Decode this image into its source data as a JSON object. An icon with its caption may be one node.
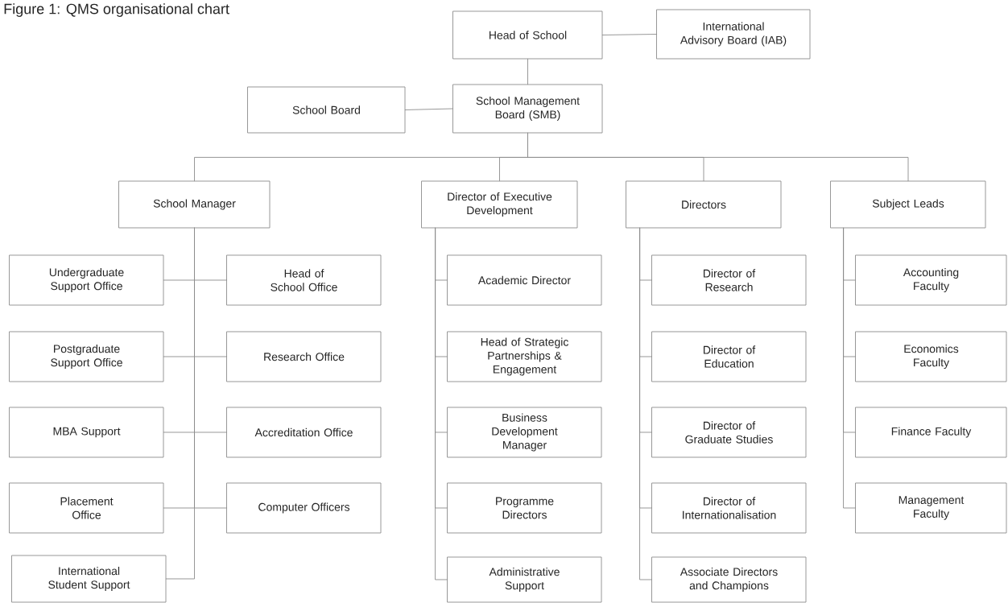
{
  "diagram": {
    "title": "Figure 1: QMS organisational chart",
    "nodes": [
      {
        "text": [
          "Head of School"
        ]
      },
      {
        "text": [
          "International Advisory Board (IAB)"
        ]
      },
      {
        "text": [
          "School Board"
        ]
      },
      {
        "text": [
          "School Management Board (SMB)"
        ]
      },
      {
        "text": [
          "School Manager"
        ]
      },
      {
        "text": [
          "Director of Executive Development"
        ]
      },
      {
        "text": [
          "Directors"
        ]
      },
      {
        "text": [
          "Subject Leads"
        ]
      },
      {
        "text": [
          "Undergraduate Support Office"
        ]
      },
      {
        "text": [
          "Head of School Office"
        ]
      },
      {
        "text": [
          "Postgraduate Support Office"
        ]
      },
      {
        "text": [
          "Research Office"
        ]
      },
      {
        "text": [
          "MBA Support"
        ]
      },
      {
        "text": [
          "Accreditation Office"
        ]
      },
      {
        "text": [
          "Placement Office"
        ]
      },
      {
        "text": [
          "Computer Officers"
        ]
      },
      {
        "text": [
          "International Student Support"
        ]
      },
      {
        "text": [
          "Academic Director"
        ]
      },
      {
        "text": [
          "Head of Strategic Partnerships & Engagement"
        ]
      },
      {
        "text": [
          "Business Development Manager"
        ]
      },
      {
        "text": [
          "Programme Directors"
        ]
      },
      {
        "text": [
          "Administrative Support"
        ]
      },
      {
        "text": [
          "Director of Research"
        ]
      },
      {
        "text": [
          "Director of Education"
        ]
      },
      {
        "text": [
          "Director of Graduate Studies"
        ]
      },
      {
        "text": [
          "Director of Internationalisation"
        ]
      },
      {
        "text": [
          "Associate Directors and Champions"
        ]
      },
      {
        "text": [
          "Accounting Faculty"
        ]
      },
      {
        "text": [
          "Economics Faculty"
        ]
      },
      {
        "text": [
          "Finance Faculty"
        ]
      },
      {
        "text": [
          "Management Faculty"
        ]
      }
    ],
    "edges": [
      {
        "from": 0,
        "to": 1,
        "arrow": "none"
      },
      {
        "from": 0,
        "to": 3,
        "arrow": "none"
      },
      {
        "from": 2,
        "to": 3,
        "arrow": "none"
      },
      {
        "from": 3,
        "to": 4,
        "arrow": "none"
      },
      {
        "from": 3,
        "to": 5,
        "arrow": "none"
      },
      {
        "from": 3,
        "to": 6,
        "arrow": "none"
      },
      {
        "from": 3,
        "to": 7,
        "arrow": "none"
      },
      {
        "from": 4,
        "to": 8,
        "arrow": "none"
      },
      {
        "from": 4,
        "to": 9,
        "arrow": "none"
      },
      {
        "from": 4,
        "to": 10,
        "arrow": "none"
      },
      {
        "from": 4,
        "to": 11,
        "arrow": "none"
      },
      {
        "from": 4,
        "to": 12,
        "arrow": "none"
      },
      {
        "from": 4,
        "to": 13,
        "arrow": "none"
      },
      {
        "from": 4,
        "to": 14,
        "arrow": "none"
      },
      {
        "from": 4,
        "to": 15,
        "arrow": "none"
      },
      {
        "from": 4,
        "to": 16,
        "arrow": "none"
      },
      {
        "from": 5,
        "to": 17,
        "arrow": "none"
      },
      {
        "from": 5,
        "to": 18,
        "arrow": "none"
      },
      {
        "from": 5,
        "to": 19,
        "arrow": "none"
      },
      {
        "from": 5,
        "to": 20,
        "arrow": "none"
      },
      {
        "from": 5,
        "to": 21,
        "arrow": "none"
      },
      {
        "from": 6,
        "to": 22,
        "arrow": "none"
      },
      {
        "from": 6,
        "to": 23,
        "arrow": "none"
      },
      {
        "from": 6,
        "to": 24,
        "arrow": "none"
      },
      {
        "from": 6,
        "to": 25,
        "arrow": "none"
      },
      {
        "from": 6,
        "to": 26,
        "arrow": "none"
      },
      {
        "from": 7,
        "to": 27,
        "arrow": "none"
      },
      {
        "from": 7,
        "to": 28,
        "arrow": "none"
      },
      {
        "from": 7,
        "to": 29,
        "arrow": "none"
      },
      {
        "from": 7,
        "to": 30,
        "arrow": "none"
      }
    ]
  }
}
